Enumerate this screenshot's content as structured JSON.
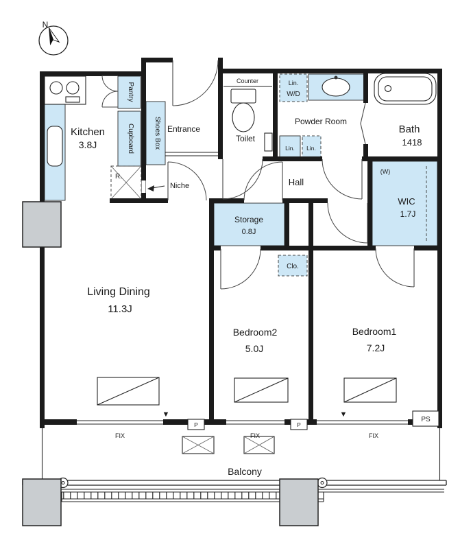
{
  "compass_label": "N",
  "rooms": {
    "kitchen": {
      "name": "Kitchen",
      "size": "3.8J"
    },
    "entrance": {
      "name": "Entrance"
    },
    "toilet": {
      "name": "Toilet"
    },
    "powder_room": {
      "name": "Powder Room"
    },
    "bath": {
      "name": "Bath",
      "size": "1418"
    },
    "hall": {
      "name": "Hall"
    },
    "wic": {
      "name": "WIC",
      "size": "1.7J",
      "note": "(W)"
    },
    "storage": {
      "name": "Storage",
      "size": "0.8J"
    },
    "living_dining": {
      "name": "Living Dining",
      "size": "11.3J"
    },
    "bedroom2": {
      "name": "Bedroom2",
      "size": "5.0J"
    },
    "bedroom1": {
      "name": "Bedroom1",
      "size": "7.2J"
    },
    "balcony": {
      "name": "Balcony"
    }
  },
  "fixtures": {
    "pantry": "Pantry",
    "cupboard": "Cupboard",
    "shoes_box": "Shoes Box",
    "counter": "Counter",
    "washer_dryer": "W/D",
    "linen_top": "Lin.",
    "linen_left": "Lin.",
    "linen_right": "Lin.",
    "refrigerator": "R.",
    "niche": "Niche",
    "closet": "Clo."
  },
  "annotations": {
    "fix1": "FIX",
    "fix2": "FIX",
    "fix3": "FIX",
    "p1": "P",
    "p2": "P",
    "ps": "PS",
    "ac1": "▼",
    "ac2": "▼"
  },
  "colors": {
    "fixture_fill": "#cde7f6",
    "wall": "#1b1b1b",
    "pillar_fill": "#c9cdd0"
  }
}
